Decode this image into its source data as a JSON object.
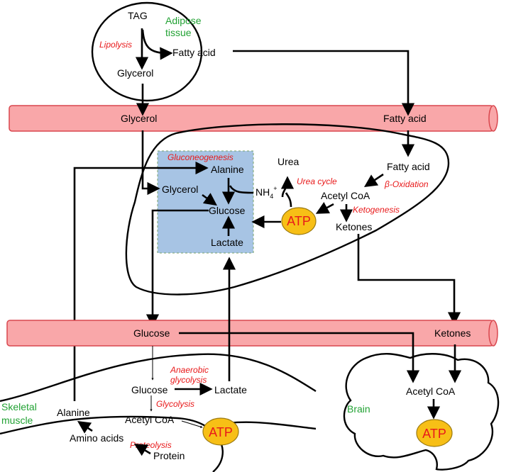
{
  "tissues": {
    "adipose": "Adipose\ntissue",
    "skeletal": "Skeletal\nmuscle",
    "brain": "Brain"
  },
  "adipose": {
    "tag": "TAG",
    "lipolysis": "Lipolysis",
    "fatty_acid": "Fatty acid",
    "glycerol": "Glycerol"
  },
  "blood_top": {
    "glycerol": "Glycerol",
    "fatty_acid": "Fatty acid"
  },
  "liver": {
    "gluconeogenesis": "Gluconeogenesis",
    "alanine": "Alanine",
    "glycerol": "Glycerol",
    "glucose": "Glucose",
    "lactate": "Lactate",
    "urea": "Urea",
    "nh4": "NH",
    "nh4_sub": "4",
    "nh4_sup": "+",
    "urea_cycle": "Urea cycle",
    "fatty_acid": "Fatty acid",
    "beta_oxidation": "β-Oxidation",
    "acetyl_coa": "Acetyl CoA",
    "ketogenesis": "Ketogenesis",
    "ketones": "Ketones",
    "atp": "ATP"
  },
  "blood_bottom": {
    "glucose": "Glucose",
    "ketones": "Ketones"
  },
  "muscle": {
    "anaerobic_glycolysis": "Anaerobic\nglycolysis",
    "glucose": "Glucose",
    "lactate": "Lactate",
    "glycolysis": "Glycolysis",
    "acetyl_coa": "Acetyl CoA",
    "alanine": "Alanine",
    "amino_acids": "Amino acids",
    "proteolysis": "Proteolysis",
    "protein": "Protein",
    "atp": "ATP"
  },
  "brain": {
    "acetyl_coa": "Acetyl CoA",
    "atp": "ATP"
  },
  "colors": {
    "vessel_fill": "#f9a7a9",
    "vessel_stroke": "#d9474e",
    "gluconeogenesis_box": "#a7c4e4",
    "atp_fill": "#f7bf16",
    "atp_stroke": "#9b7a10",
    "process_text": "#e8191a",
    "tissue_text": "#22a234"
  }
}
